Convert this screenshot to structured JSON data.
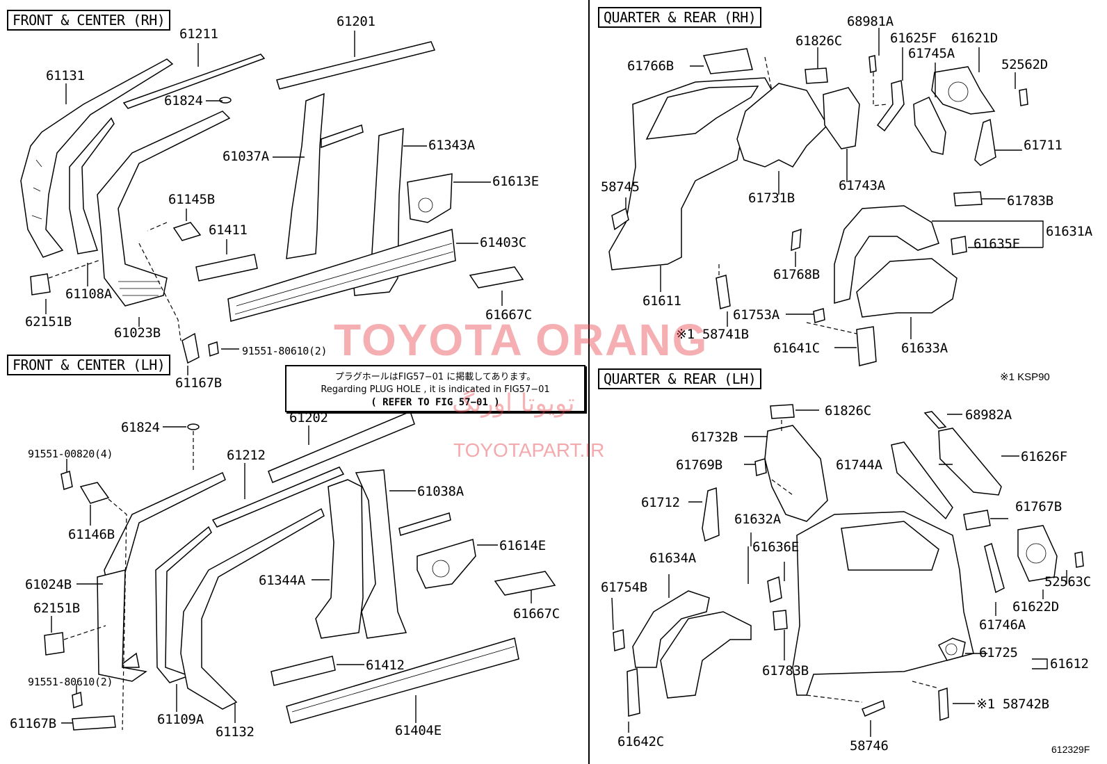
{
  "panels": {
    "front_rh": "FRONT & CENTER (RH)",
    "front_lh": "FRONT & CENTER (LH)",
    "quarter_rh": "QUARTER & REAR (RH)",
    "quarter_lh": "QUARTER & REAR (LH)"
  },
  "note": {
    "line1": "プラグホールはFIG57−01 に掲載してあります。",
    "line2": "Regarding PLUG HOLE , it is indicated in FIG57−01",
    "line3": "( REFER TO FIG 57−01 )"
  },
  "watermarks": {
    "main": "TOYOTA ORANG",
    "persian": "تویوتا اورنگ",
    "site": "TOYOTAPART.IR"
  },
  "footnote": "※1 KSP90",
  "figure_number": "612329F",
  "labels": {
    "frh": [
      "61131",
      "61211",
      "61201",
      "61824",
      "61037A",
      "61343A",
      "61613E",
      "61145B",
      "61411",
      "61403C",
      "61667C",
      "62151B",
      "61108A",
      "61023B",
      "91551-80610(2)",
      "61167B"
    ],
    "flh": [
      "61824",
      "91551-00820(4)",
      "61202",
      "61212",
      "61038A",
      "61146B",
      "61614E",
      "61344A",
      "61024B",
      "62151B",
      "61667C",
      "61412",
      "91551-80610(2)",
      "61109A",
      "61132",
      "61404E",
      "61167B"
    ],
    "qrh": [
      "61766B",
      "61826C",
      "68981A",
      "61625F",
      "61621D",
      "61745A",
      "52562D",
      "61711",
      "58745",
      "61731B",
      "61743A",
      "61783B",
      "61631A",
      "61635E",
      "61768B",
      "61611",
      "61753A",
      "※1 58741B",
      "61641C",
      "61633A"
    ],
    "qlh": [
      "61826C",
      "68982A",
      "61732B",
      "61626F",
      "61769B",
      "61744A",
      "61712",
      "61767B",
      "61632A",
      "61636E",
      "61634A",
      "52563C",
      "61754B",
      "61622D",
      "61746A",
      "61725",
      "61612",
      "61783B",
      "61642C",
      "58746",
      "※1 58742B"
    ]
  }
}
